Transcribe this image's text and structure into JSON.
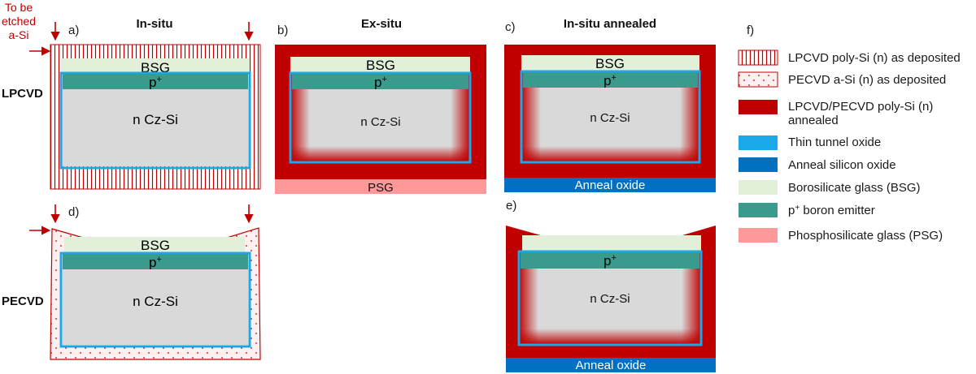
{
  "annotation": {
    "line1": "To be",
    "line2": "etched",
    "line3": "a-Si"
  },
  "row_labels": {
    "top": "LPCVD",
    "bottom": "PECVD"
  },
  "panels": {
    "a": {
      "letter": "a)",
      "title": "In-situ"
    },
    "b": {
      "letter": "b)",
      "title": "Ex-situ"
    },
    "c": {
      "letter": "c)",
      "title": "In-situ annealed"
    },
    "d": {
      "letter": "d)"
    },
    "e": {
      "letter": "e)"
    },
    "f": {
      "letter": "f)"
    }
  },
  "layers": {
    "bsg": "BSG",
    "p_base": "p",
    "p_sup": "+",
    "substrate": "n Cz-Si",
    "psg": "PSG",
    "anneal_oxide": "Anneal oxide"
  },
  "legend": [
    {
      "label": "LPCVD poly-Si (n) as deposited",
      "swatch": "lpcvd-hatch"
    },
    {
      "label": "PECVD a-Si (n) as deposited",
      "swatch": "pecvd-dots"
    },
    {
      "label": "LPCVD/PECVD poly-Si (n)",
      "label2": "annealed",
      "swatch": "annealed"
    },
    {
      "label": "Thin tunnel oxide",
      "swatch": "tunnel-oxide"
    },
    {
      "label": "Anneal silicon oxide",
      "swatch": "anneal-oxide"
    },
    {
      "label": "Borosilicate glass (BSG)",
      "swatch": "bsg"
    },
    {
      "label_pre": "p",
      "label_sup": "+",
      "label_post": " boron emitter",
      "swatch": "emitter"
    },
    {
      "label": "Phosphosilicate glass (PSG)",
      "swatch": "psg"
    }
  ],
  "colors": {
    "annealed_poly": "#c00000",
    "tunnel_oxide": "#1aa9e8",
    "anneal_oxide": "#0070c0",
    "bsg": "#e2efd9",
    "emitter": "#3a9b8c",
    "psg": "#ff9999",
    "substrate": "#d9d9d9",
    "annotation_red": "#c00000"
  }
}
